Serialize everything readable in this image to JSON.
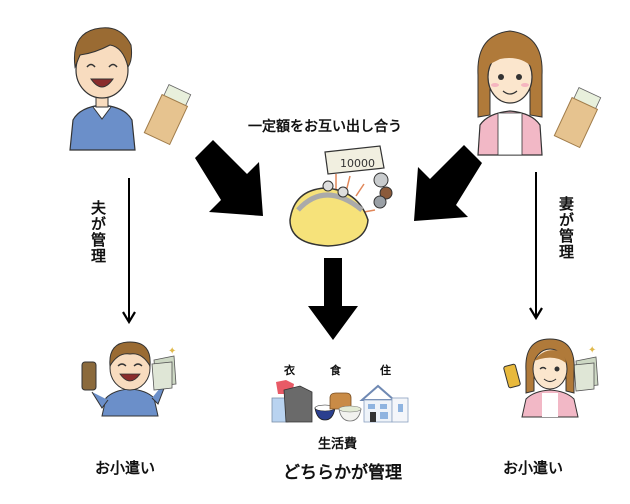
{
  "top_caption": "一定額をお互い出し合う",
  "husband_manage": "夫が管理",
  "wife_manage": "妻が管理",
  "categories": {
    "clothing": "衣",
    "food": "食",
    "housing": "住"
  },
  "living_expenses": "生活費",
  "either_manages": "どちらかが管理",
  "husband_allowance": "お小遣い",
  "wife_allowance": "お小遣い",
  "bill_amount": "10000",
  "colors": {
    "arrow": "#000000",
    "purse_yellow": "#f6e27a",
    "envelope": "#e6c38f",
    "husband_shirt": "#6b8fc9",
    "wife_cardigan": "#f2b8c6",
    "hair_brown": "#9a6b33"
  },
  "icons": [
    "husband-figure",
    "wife-figure",
    "salary-envelope",
    "coin-purse",
    "bill",
    "coins",
    "clothes",
    "rice-bowl",
    "bread",
    "house",
    "wallet",
    "money-fan",
    "sparkle"
  ]
}
